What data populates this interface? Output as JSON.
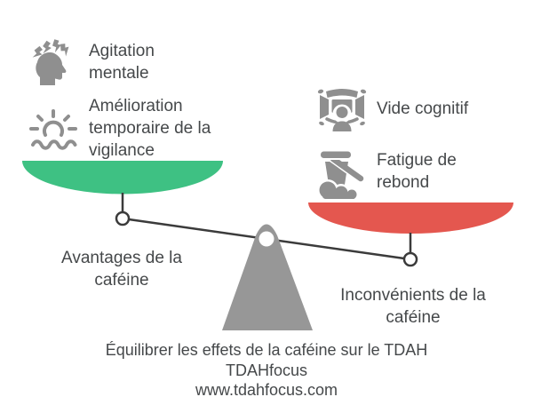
{
  "colors": {
    "pan_positive": "#3ec183",
    "pan_negative": "#e4574f",
    "icon_gray": "#8f8f8f",
    "fulcrum_gray": "#979797",
    "line_dark": "#3b3b3b",
    "text": "#45484a",
    "background": "#ffffff"
  },
  "left_side": {
    "heading": "Avantages de la\ncaféine",
    "items": [
      {
        "icon": "lightning-head-icon",
        "label": "Agitation\nmentale"
      },
      {
        "icon": "sunrise-icon",
        "label": "Amélioration\ntemporaire de la\nvigilance"
      }
    ]
  },
  "right_side": {
    "heading": "Inconvénients de la\ncaféine",
    "items": [
      {
        "icon": "panorama-viewer-icon",
        "label": "Vide cognitif"
      },
      {
        "icon": "slumped-rest-icon",
        "label": "Fatigue de\nrebond"
      }
    ]
  },
  "footer": {
    "caption": "Équilibrer les effets de la caféine sur le TDAH",
    "brand": "TDAHfocus",
    "website": "www.tdahfocus.com"
  }
}
